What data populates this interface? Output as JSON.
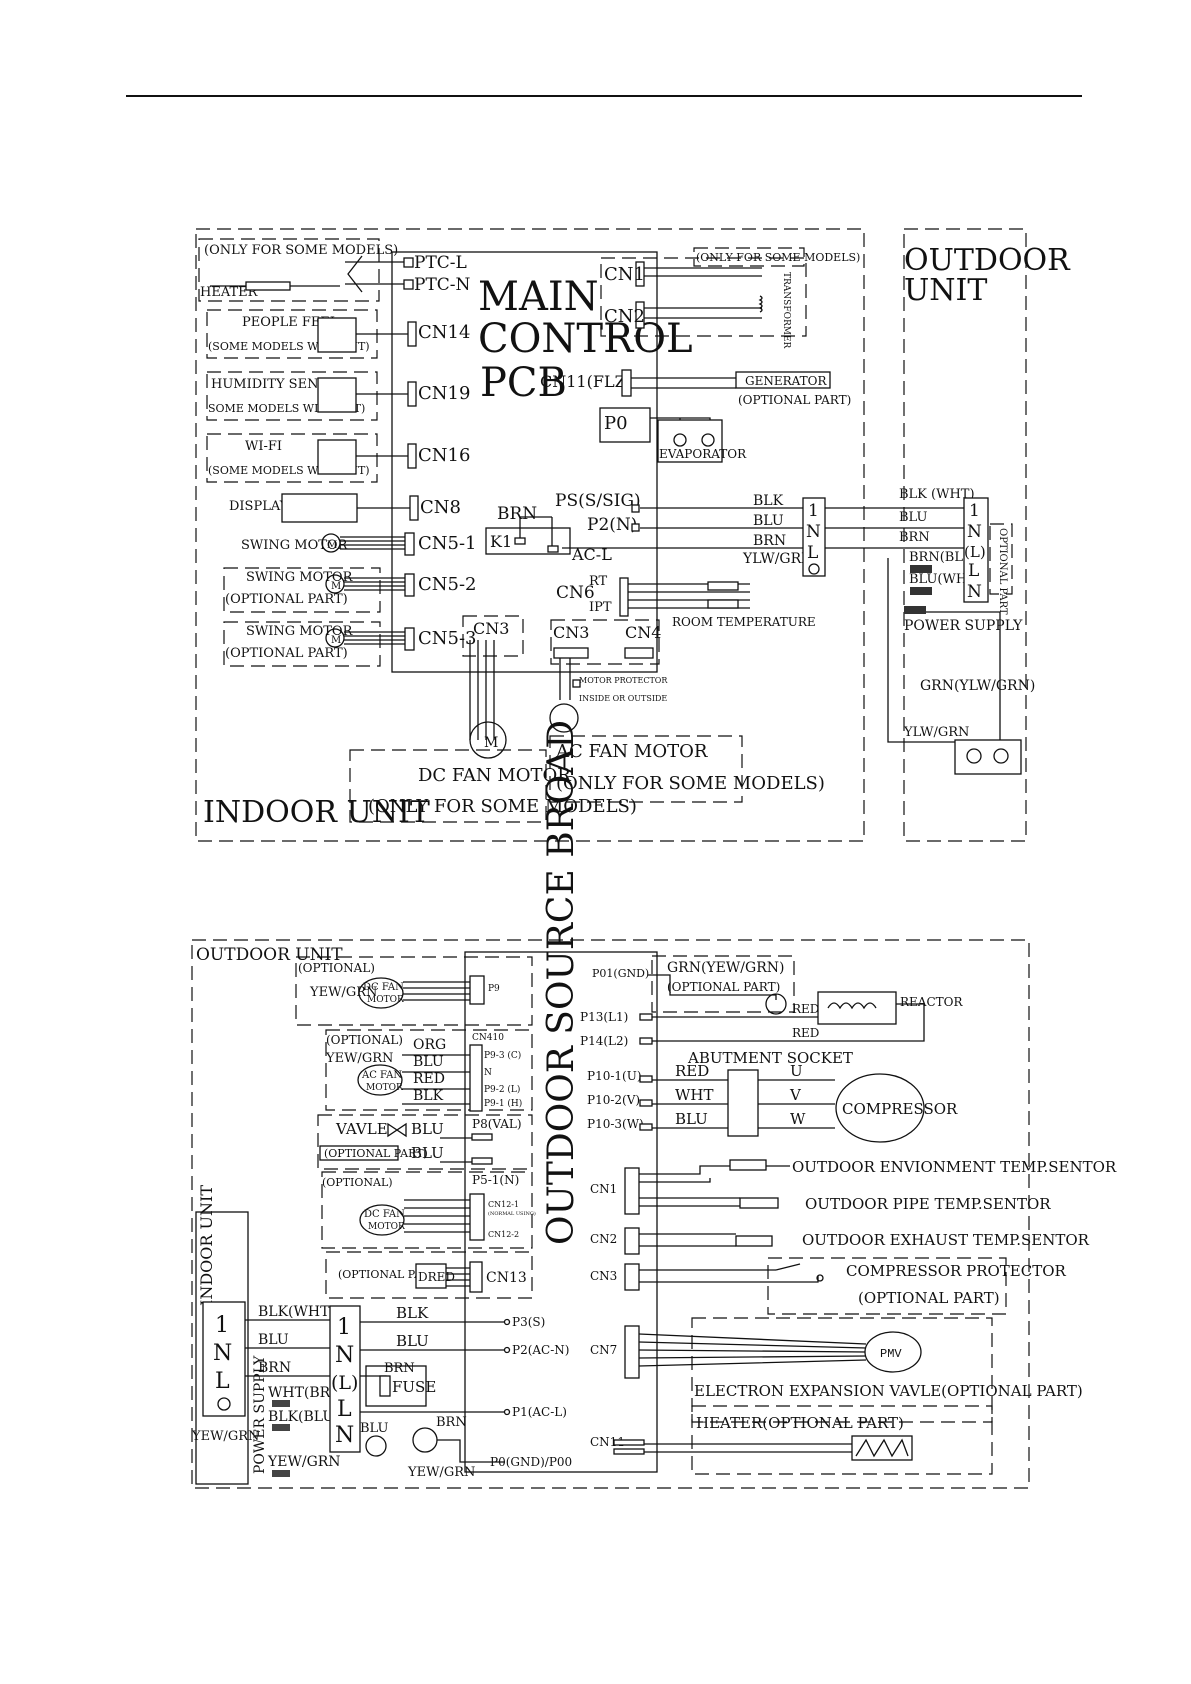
{
  "indoor": {
    "outdoor_unit_label_1": "OUTDOOR",
    "outdoor_unit_label_2": "UNIT",
    "only_some_models": "(ONLY FOR SOME MODELS)",
    "heater": "HEATER",
    "ptc_l": "PTC-L",
    "ptc_n": "PTC-N",
    "main_1": "MAIN",
    "main_2": "CONTROL",
    "main_3": "PCB",
    "people_feel": "PEOPLE FEEL",
    "some_models_without": "(SOME MODELS WITHOUT)",
    "humidity_sensor": "HUMIDITY SENSOR",
    "some_models_without_2": "SOME MODELS WITHOUT)",
    "wifi": "WI-FI",
    "some_models_without_3": "(SOME MODELS WITHOUT)",
    "cn14": "CN14",
    "cn19": "CN19",
    "cn16": "CN16",
    "cn1": "CN1",
    "cn2": "CN2",
    "cn1_note": "(ONLY FOR SOME MODELS)",
    "transformer": "TRANSFORMER",
    "cn11": "CN11(FLZ)",
    "generator": "GENERATOR",
    "optional_part": "(OPTIONAL PART)",
    "p0": "P0",
    "evaporator": "EVAPORATOR",
    "display": "DISPLAY",
    "cn8": "CN8",
    "swing_motor": "SWING MOTOR",
    "cn5_1": "CN5-1",
    "swing_motor_2": "SWING MOTOR",
    "optional_part_2": "(OPTIONAL PART)",
    "cn5_2": "CN5-2",
    "swing_motor_3": "SWING MOTOR",
    "optional_part_3": "(OPTIONAL PART)",
    "cn5_3": "CN5-3",
    "brn": "BRN",
    "k1": "K1",
    "ac_l": "AC-L",
    "ps": "PS(S/SIG)",
    "p2n": "P2(N)",
    "cn6": "CN6",
    "rt": "RT",
    "ipt": "IPT",
    "room_temperature": "ROOM TEMPERATURE",
    "cn3_a": "CN3",
    "cn3_b": "CN3",
    "cn4": "CN4",
    "motor_protector": "MOTOR PROTECTOR",
    "inside_outside": "INSIDE OR OUTSIDE",
    "m": "M",
    "dc_fan_motor": "DC FAN MOTOR",
    "only_some_models_dc": "(ONLY FOR SOME MODELS)",
    "ac_fan_motor": "AC FAN MOTOR",
    "only_some_models_ac": "(ONLY FOR SOME MODELS)",
    "indoor_unit": "INDOOR UNIT",
    "blk": "BLK",
    "blu": "BLU",
    "brn2": "BRN",
    "ylw_grn": "YLW/GRN",
    "term_1": "1",
    "term_n": "N",
    "term_l": "L",
    "blk_wht": "BLK (WHT)",
    "blu2": "BLU",
    "brn3": "BRN",
    "brn_blk": "BRN(BLK)",
    "blu_wht": "BLU(WHT)",
    "o_term_1": "1",
    "o_term_n": "N",
    "o_term_l_paren": "(L)",
    "o_term_l": "L",
    "o_term_n2": "N",
    "optional_part_vertical": "OPTIONAL PART",
    "power_supply": "POWER SUPPLY",
    "grn_ylw_grn": "GRN(YLW/GRN)",
    "ylw_grn_2": "YLW/GRN"
  },
  "outdoor": {
    "outdoor_unit": "OUTDOOR UNIT",
    "board": "OUTDOOR SOURCE BROAD",
    "optional_1": "(OPTIONAL)",
    "yew_grn_1": "YEW/GRN",
    "dc_fan": "DC  FAN",
    "motor": "MOTOR",
    "p9": "P9",
    "optional_2": "(OPTIONAL)",
    "cn410": "CN410",
    "yew_grn_2": "YEW/GRN",
    "ac_fan": "AC  FAN",
    "motor_2": "MOTOR",
    "org": "ORG",
    "blu_a": "BLU",
    "red_a": "RED",
    "blk_a": "BLK",
    "p9_3": "P9-3 (C)",
    "n": "N",
    "p9_2": "P9-2 (L)",
    "p9_1": "P9-1 (H)",
    "vavle": "VAVLE",
    "blu_v1": "BLU",
    "blu_v2": "BLU",
    "optional_part_v": "(OPTIONAL PART)",
    "p8": "P8(VAL)",
    "optional_3": "(OPTIONAL)",
    "p5": "P5-1(N)",
    "dc_fan_2": "DC  FAN",
    "motor_3": "MOTOR",
    "cn12_1": "CN12-1",
    "normal_using": "(NORMAL USING)",
    "cn12_2": "CN12-2",
    "optional_part_dred": "(OPTIONAL PART)",
    "dred": "DRED",
    "cn13": "CN13",
    "p01": "P01(GND)",
    "grn_yew_grn": "GRN(YEW/GRN)",
    "optional_part_g": "(OPTIONAL PART)",
    "p13": "P13(L1)",
    "p14": "P14(L2)",
    "red_r1": "RED",
    "red_r2": "RED",
    "reactor": "REACTOR",
    "abutment": "ABUTMENT SOCKET",
    "p10_1": "P10-1(U)",
    "p10_2": "P10-2(V)",
    "p10_3": "P10-3(W)",
    "red_c": "RED",
    "wht_c": "WHT",
    "blu_c": "BLU",
    "u": "U",
    "v": "V",
    "w": "W",
    "compressor": "COMPRESSOR",
    "cn1": "CN1",
    "env_sensor": "OUTDOOR ENVIONMENT TEMP.SENTOR",
    "pipe_sensor": "OUTDOOR PIPE TEMP.SENTOR",
    "cn2": "CN2",
    "exhaust_sensor": "OUTDOOR EXHAUST TEMP.SENTOR",
    "cn3": "CN3",
    "comp_protector": "COMPRESSOR PROTECTOR",
    "optional_part_cp": "(OPTIONAL PART)",
    "cn7": "CN7",
    "pmv": "PMV",
    "eev": "ELECTRON EXPANSION VAVLE(OPTIONAL PART)",
    "cn11": "CN11",
    "heater": "HEATER(OPTIONAL PART)",
    "indoor_unit": "INDOOR UNIT",
    "i_1": "1",
    "i_n": "N",
    "i_l": "L",
    "blk_wht": "BLK(WHT)",
    "blu": "BLU",
    "brn": "BRN",
    "wht_brn": "WHT(BRN)",
    "blk_blu": "BLK(BLU)",
    "yew_grn_3": "YEW/GRN",
    "yew_grn_4": "YEW/GRN",
    "power_supply": "POWER SUPPLY",
    "t_1": "1",
    "t_n": "N",
    "t_l_paren": "(L)",
    "t_l": "L",
    "t_n2": "N",
    "blk_w": "BLK",
    "blu_w": "BLU",
    "brn_w": "BRN",
    "fuse": "FUSE",
    "blu_g": "BLU",
    "brn_g": "BRN",
    "yew_grn_5": "YEW/GRN",
    "p3": "P3(S)",
    "p2": "P2(AC-N)",
    "p1": "P1(AC-L)",
    "p0": "P0(GND)/P00"
  }
}
